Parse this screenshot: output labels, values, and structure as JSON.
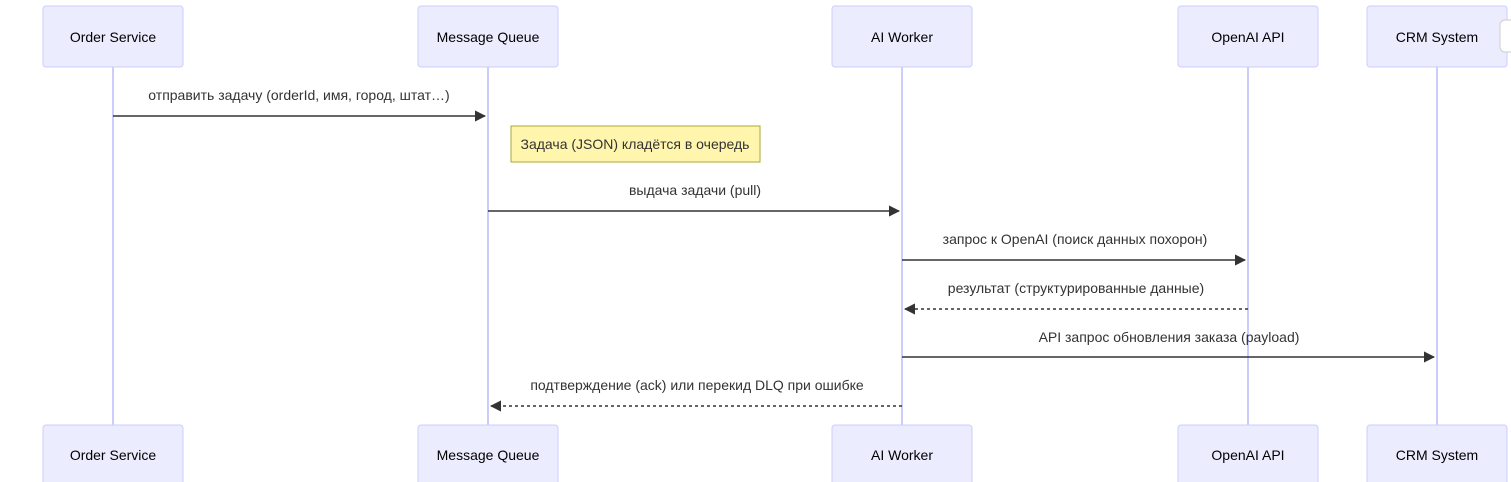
{
  "participants": [
    {
      "id": "order",
      "label": "Order Service"
    },
    {
      "id": "mq",
      "label": "Message Queue"
    },
    {
      "id": "worker",
      "label": "AI Worker"
    },
    {
      "id": "openai",
      "label": "OpenAI API"
    },
    {
      "id": "crm",
      "label": "CRM System"
    }
  ],
  "messages": [
    {
      "from": "order",
      "to": "mq",
      "text": "отправить задачу (orderId, имя, город, штат…)",
      "style": "solid"
    },
    {
      "from": "worker",
      "to": "worker",
      "text": "",
      "style": "none"
    },
    {
      "from": "mq",
      "to": "worker",
      "text": "выдача задачи (pull)",
      "style": "solid"
    },
    {
      "from": "worker",
      "to": "openai",
      "text": "запрос к OpenAI (поиск данных похорон)",
      "style": "solid"
    },
    {
      "from": "openai",
      "to": "worker",
      "text": "результат (структурированные данные)",
      "style": "dotted"
    },
    {
      "from": "worker",
      "to": "crm",
      "text": "API запрос обновления заказа (payload)",
      "style": "solid"
    },
    {
      "from": "worker",
      "to": "mq",
      "text": "подтверждение (ack) или перекид DLQ при ошибке",
      "style": "dotted"
    }
  ],
  "note": {
    "over": "mq",
    "text": "Задача (JSON) кладётся в очередь"
  },
  "colors": {
    "actor_fill": "#ECECFF",
    "actor_stroke": "#CCCCFF",
    "note_fill": "#FFF5AD",
    "note_stroke": "#AAAA33",
    "line": "#333333"
  }
}
